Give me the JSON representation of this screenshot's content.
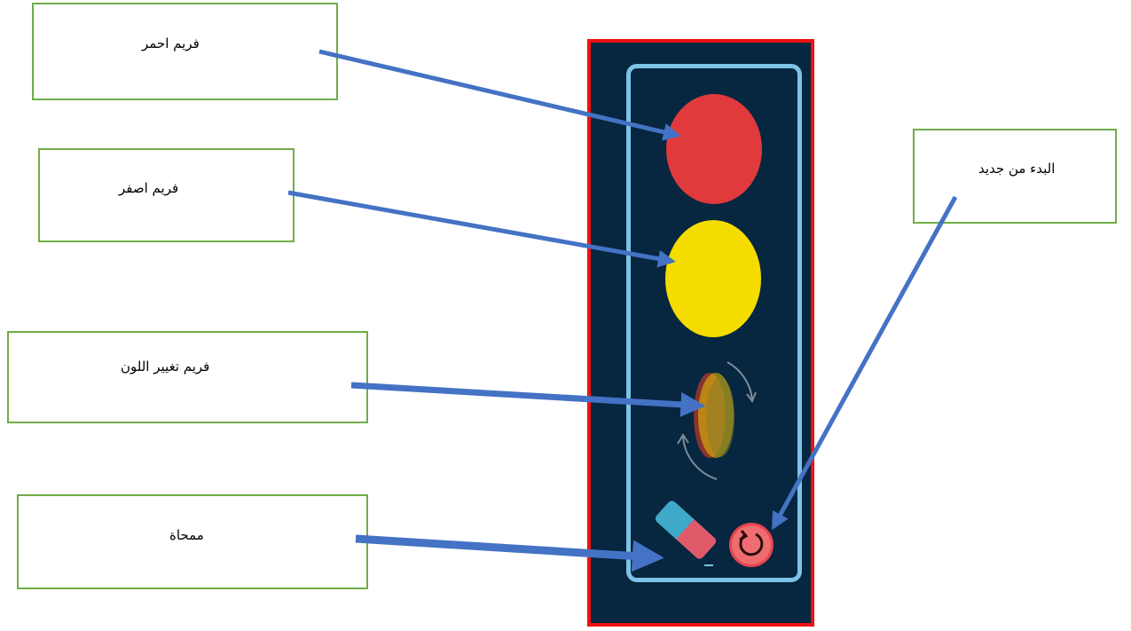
{
  "labels": {
    "red_frame": "فريم احمر",
    "yellow_frame": "فريم اصفر",
    "color_change_frame": "فريم تغيير اللون",
    "eraser": "ممحاة",
    "restart": "البدء من جديد"
  },
  "colors": {
    "panel_background": "#07263f",
    "panel_border": "#ee1111",
    "inner_frame": "#7cc3e6",
    "red_light": "#e03a3c",
    "yellow_light": "#f5dc00",
    "label_border": "#70ad47",
    "arrow": "#4472c4"
  },
  "icons": [
    "red-light-icon",
    "yellow-light-icon",
    "color-change-icon",
    "eraser-icon",
    "restart-icon"
  ]
}
